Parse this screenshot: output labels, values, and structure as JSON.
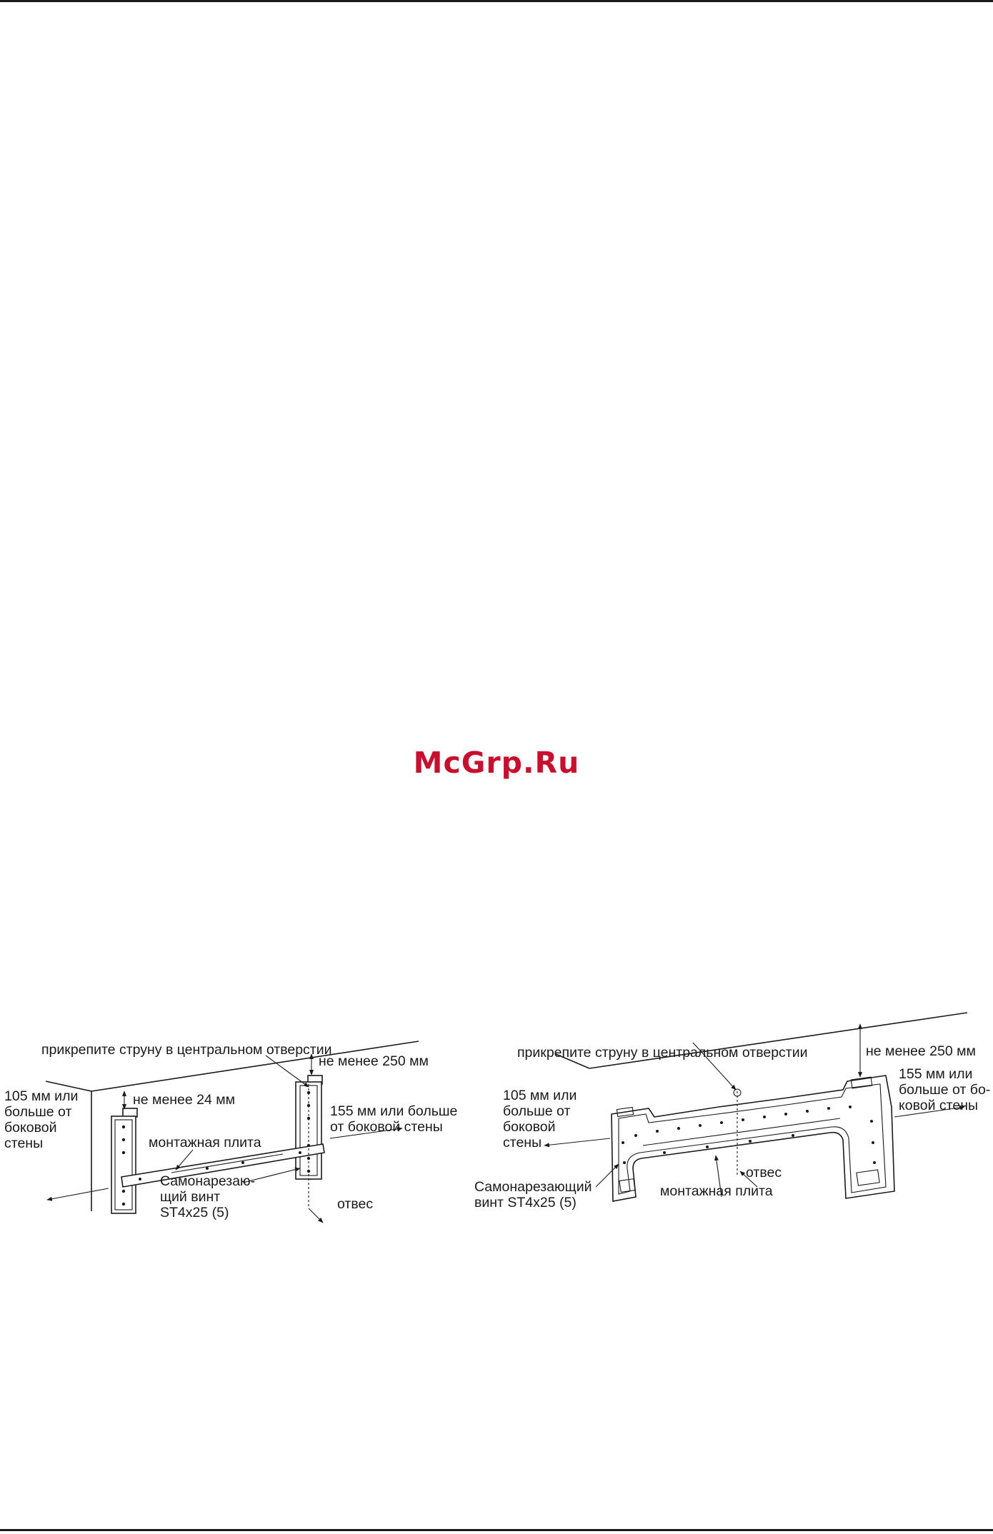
{
  "watermark": "McGrp.Ru",
  "figure_left": {
    "label_string": "прикрепите струну в центральном отверстии",
    "label_top_clearance": "не менее 250 мм",
    "label_unit_clearance": "не менее 24 мм",
    "label_left_side": [
      "105 мм или",
      "больше от",
      "боковой",
      "стены"
    ],
    "label_plate": "монтажная плита",
    "label_right_side": [
      "155 мм или больше",
      "от боковой стены"
    ],
    "label_screw": [
      "Самонарезаю-",
      "щий винт",
      "ST4x25 (5)"
    ],
    "label_plumb": "отвес"
  },
  "figure_right": {
    "label_string": "прикрепите струну в центральном отверстии",
    "label_top_clearance": "не менее 250 мм",
    "label_left_side": [
      "105 мм или",
      "больше от",
      "боковой",
      "стены"
    ],
    "label_right_side": [
      "155 мм или",
      "больше от бо-",
      "ковой стены"
    ],
    "label_screw": [
      "Самонарезающий",
      "винт ST4x25 (5)"
    ],
    "label_plumb": "отвес",
    "label_plate": "монтажная плита"
  }
}
